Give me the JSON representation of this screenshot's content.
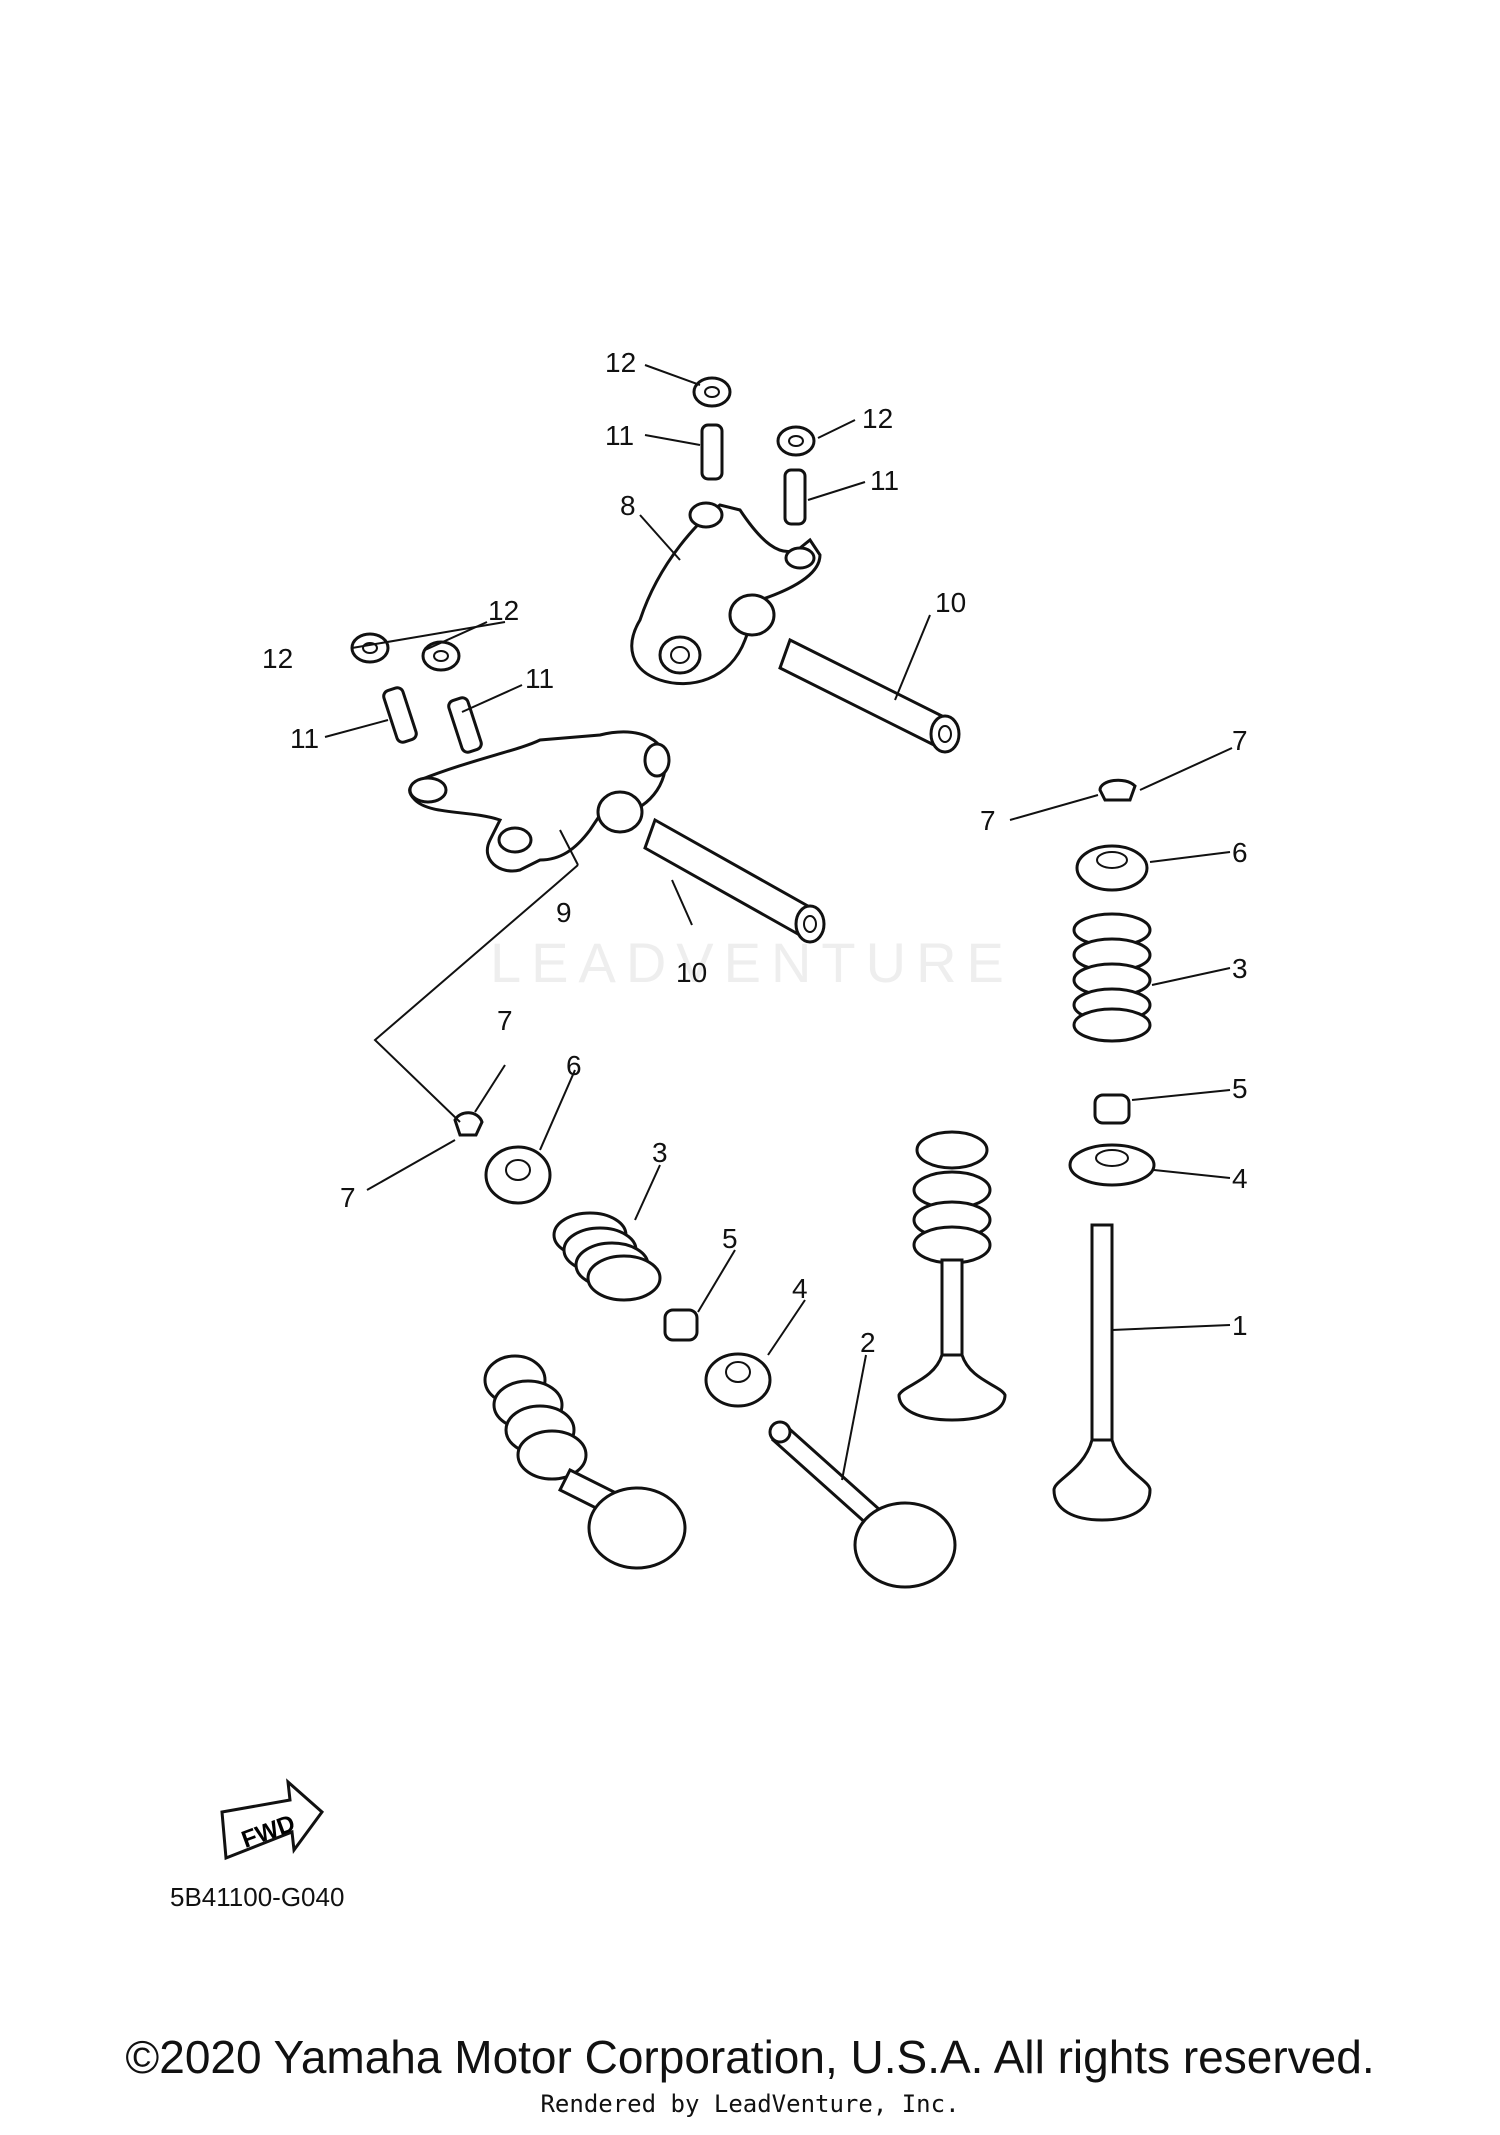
{
  "diagram": {
    "callouts": [
      "1",
      "2",
      "3",
      "3",
      "4",
      "4",
      "5",
      "5",
      "6",
      "6",
      "7",
      "7",
      "7",
      "7",
      "8",
      "9",
      "10",
      "10",
      "11",
      "11",
      "11",
      "11",
      "12",
      "12",
      "12",
      "12"
    ],
    "fwd_label": "FWD",
    "code": "5B41100-G040",
    "watermark": "LEADVENTURE"
  },
  "footer": {
    "copyright": "©2020 Yamaha Motor Corporation, U.S.A. All rights reserved.",
    "rendered_by": "Rendered by LeadVenture, Inc."
  }
}
